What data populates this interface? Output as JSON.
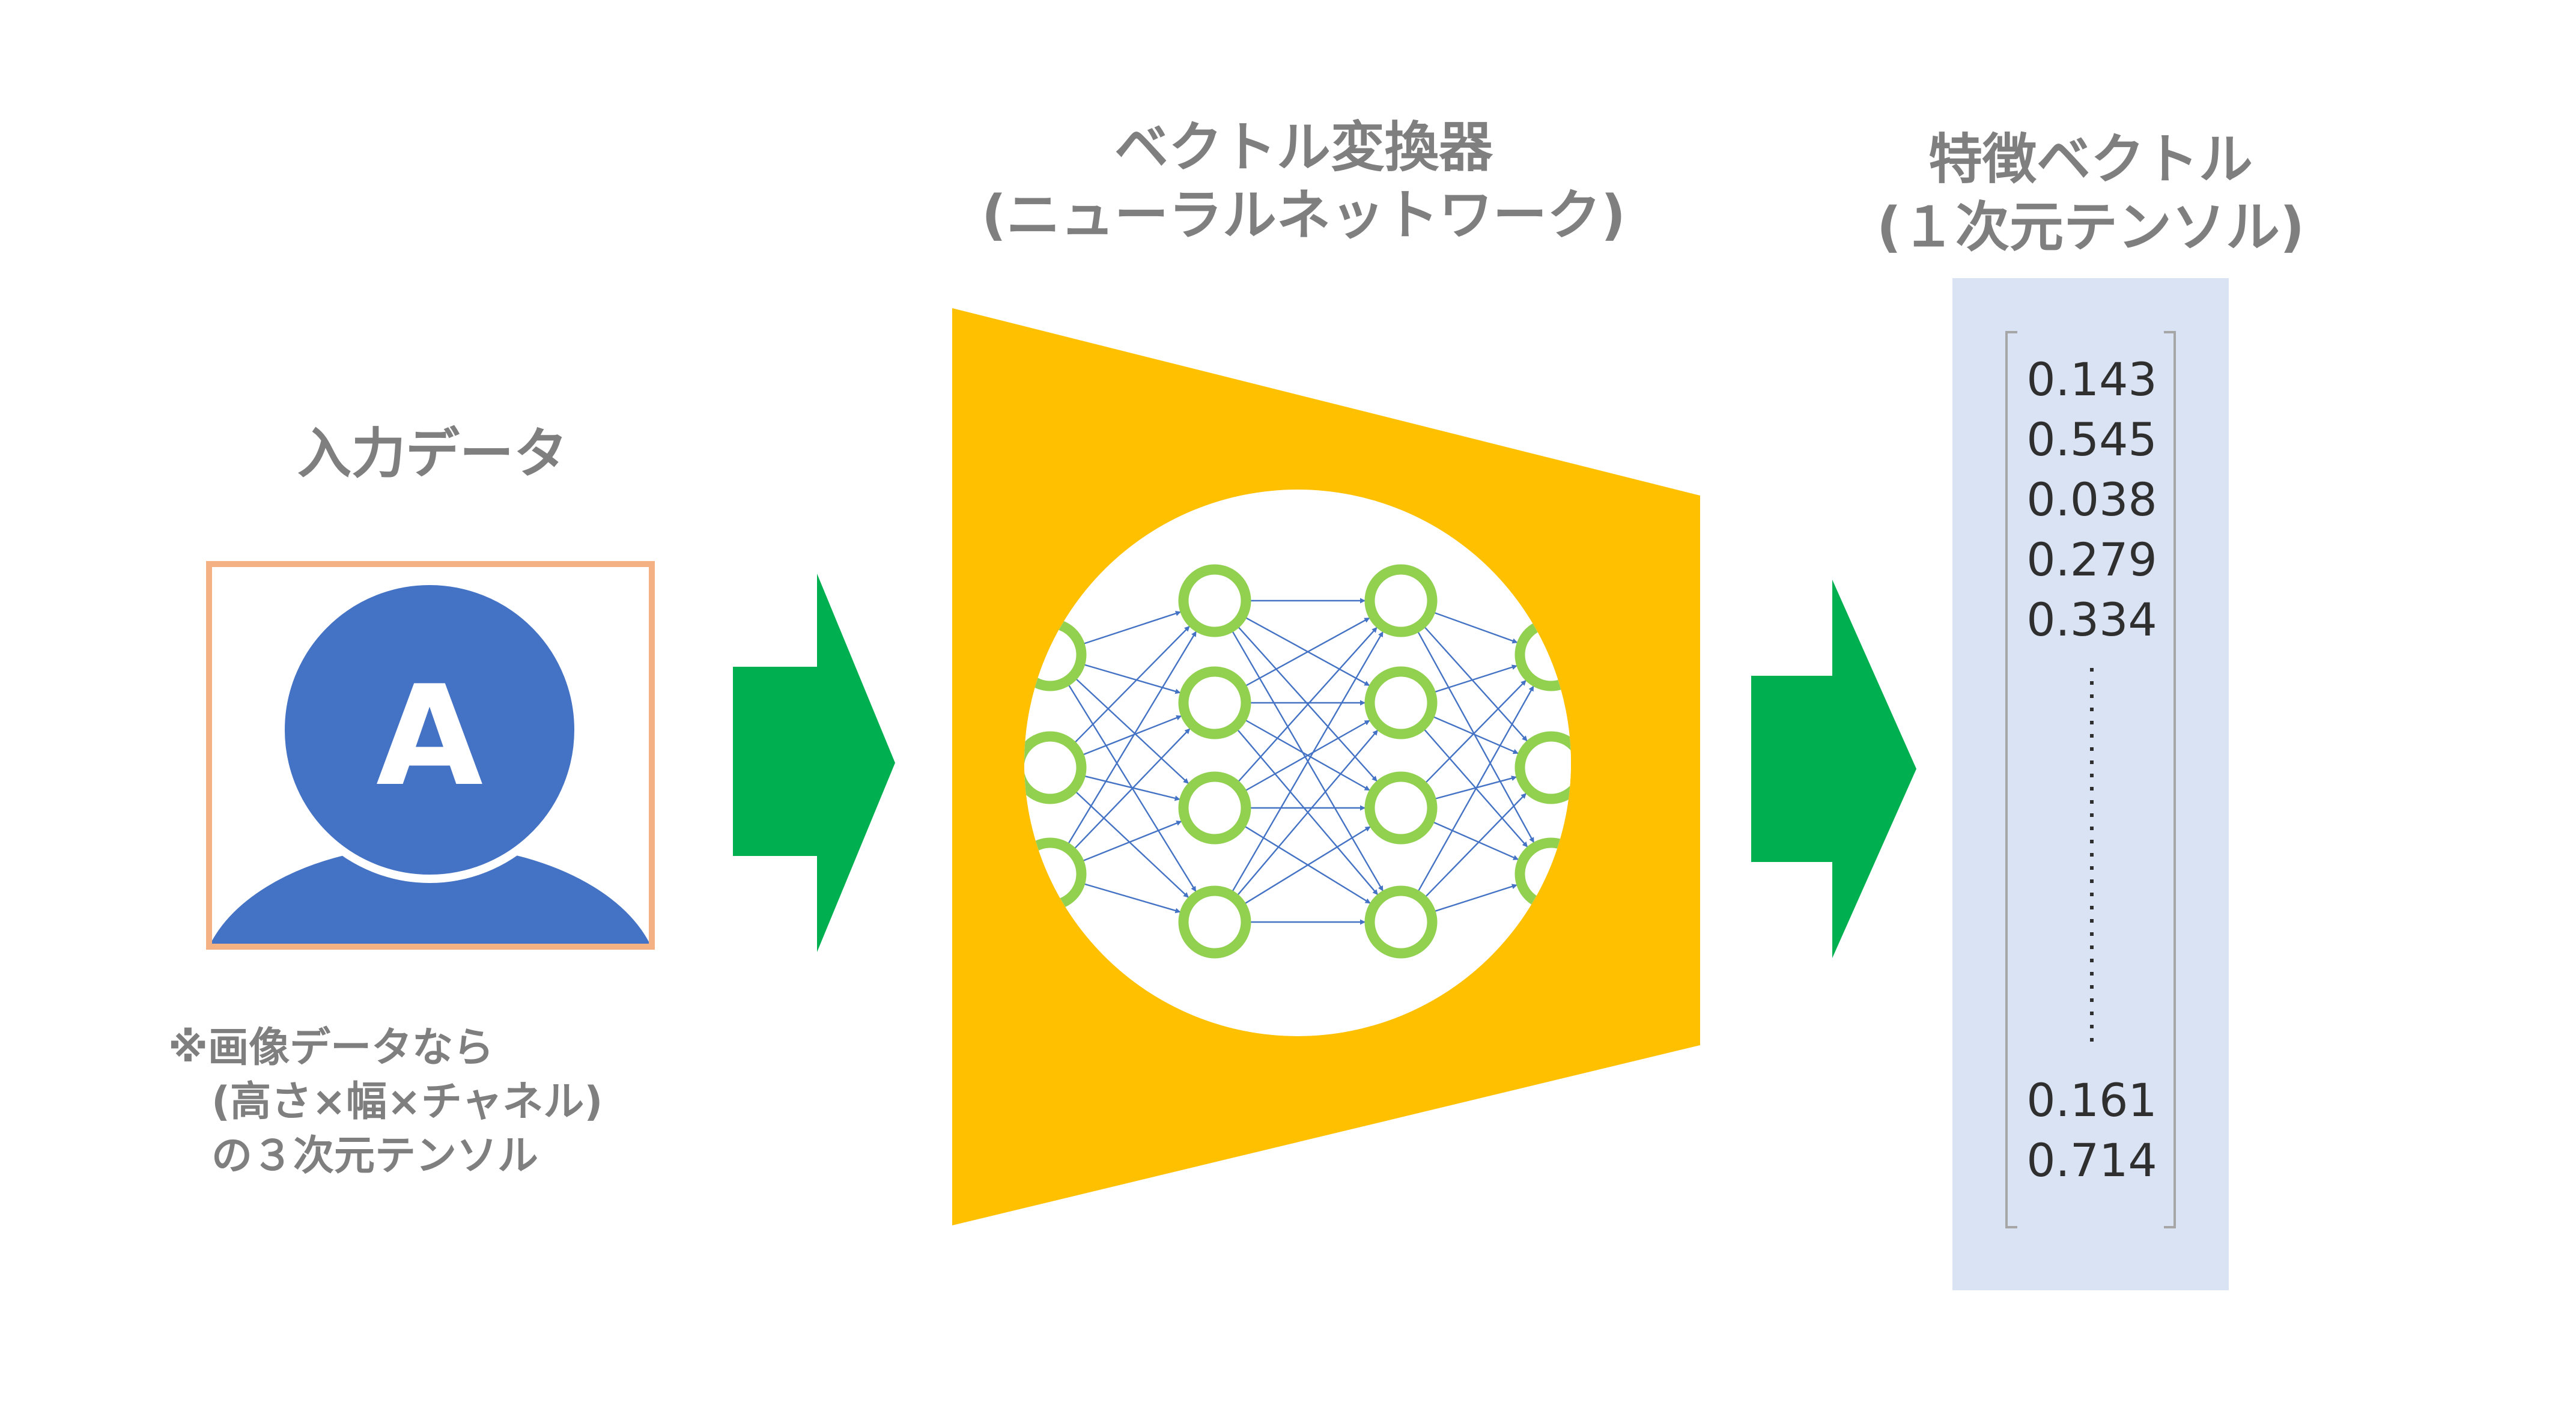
{
  "input": {
    "title": "入力データ",
    "avatar_letter": "A",
    "note": [
      "※画像データなら",
      "(高さ×幅×チャネル)",
      "の３次元テンソル"
    ]
  },
  "converter": {
    "title_line1": "ベクトル変換器",
    "title_line2": "(ニューラルネットワーク)"
  },
  "feature": {
    "title_line1": "特徴ベクトル",
    "title_line2": "(１次元テンソル)",
    "values_top": [
      "0.143",
      "0.545",
      "0.038",
      "0.279",
      "0.334"
    ],
    "values_bottom": [
      "0.161",
      "0.714"
    ]
  },
  "colors": {
    "label_gray": "#7f7f7f",
    "avatar_blue": "#4472c4",
    "frame_orange": "#f4b183",
    "arrow_green": "#00b050",
    "funnel_yellow": "#ffc000",
    "node_green": "#92d050",
    "edge_blue": "#4472c4",
    "vector_panel": "#dae3f3"
  }
}
